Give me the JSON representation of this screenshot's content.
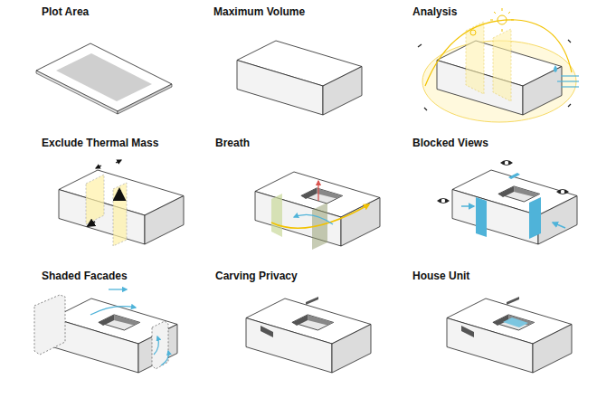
{
  "diagram": {
    "nodes": [
      {
        "text": [
          "Plot Area"
        ]
      },
      {
        "text": [
          "Maximum Volume"
        ]
      },
      {
        "text": [
          "Analysis"
        ]
      },
      {
        "text": [
          "Exclude Thermal Mass"
        ]
      },
      {
        "text": [
          "Breath"
        ]
      },
      {
        "text": [
          "Blocked Views"
        ]
      },
      {
        "text": [
          "Shaded Facades"
        ]
      },
      {
        "text": [
          "Carving Privacy"
        ]
      },
      {
        "text": [
          "House Unit"
        ]
      }
    ]
  }
}
